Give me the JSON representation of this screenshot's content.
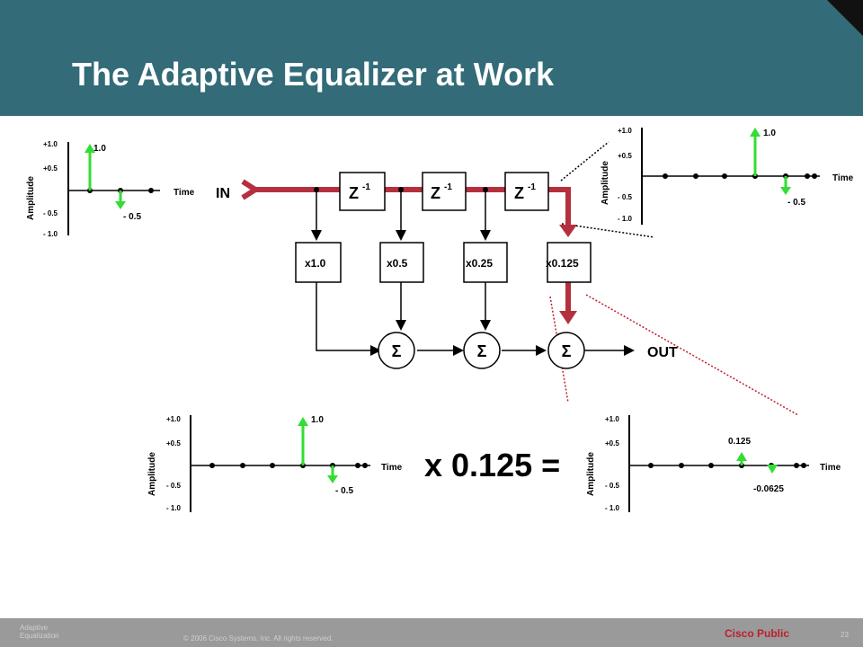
{
  "title": "The Adaptive Equalizer at Work",
  "colors": {
    "header": "#336b78",
    "signal": "#b5303e",
    "impulse": "#33dd33",
    "accent_red": "#bf1e2e"
  },
  "plots": {
    "top_left": {
      "ylabel": "Amplitude",
      "xlabel": "Time",
      "ticks": [
        "+1.0",
        "+0.5",
        "- 0.5",
        "- 1.0"
      ],
      "pos_value": "1.0",
      "neg_value": "- 0.5"
    },
    "top_right": {
      "ylabel": "Amplitude",
      "xlabel": "Time",
      "ticks": [
        "+1.0",
        "+0.5",
        "- 0.5",
        "- 1.0"
      ],
      "pos_value": "1.0",
      "neg_value": "- 0.5"
    },
    "bottom_left": {
      "ylabel": "Amplitude",
      "xlabel": "Time",
      "ticks": [
        "+1.0",
        "+0.5",
        "- 0.5",
        "- 1.0"
      ],
      "pos_value": "1.0",
      "neg_value": "- 0.5"
    },
    "bottom_right": {
      "ylabel": "Amplitude",
      "xlabel": "Time",
      "ticks": [
        "+1.0",
        "+0.5",
        "- 0.5",
        "- 1.0"
      ],
      "pos_value": "0.125",
      "neg_value": "-0.0625"
    }
  },
  "filter": {
    "input_label": "IN",
    "output_label": "OUT",
    "delays": [
      "Z",
      "Z",
      "Z"
    ],
    "delay_exponent": "-1",
    "taps": [
      "x1.0",
      "x0.5",
      "x0.25",
      "x0.125"
    ],
    "sum_symbol": "Σ"
  },
  "equation": "x 0.125 =",
  "footer": {
    "section": "Adaptive Equalization",
    "copyright": "© 2006 Cisco Systems, Inc. All rights reserved.",
    "classification": "Cisco Public",
    "page": "23"
  }
}
